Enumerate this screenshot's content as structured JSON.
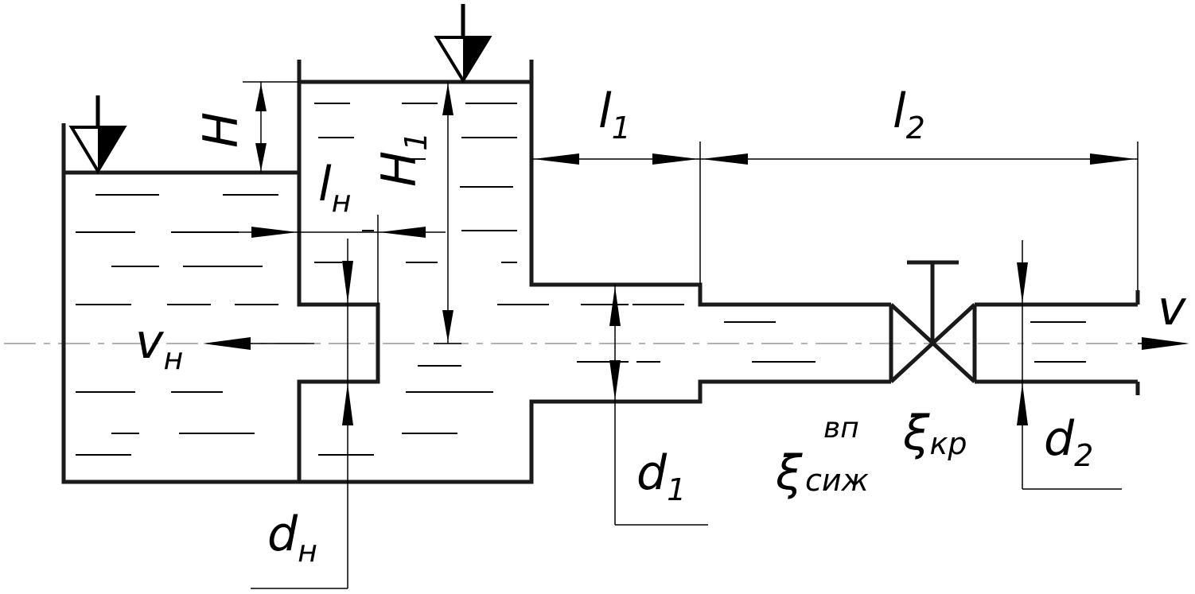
{
  "labels": {
    "H": "H",
    "H1": {
      "base": "H",
      "sub": "1"
    },
    "l1": {
      "base": "l",
      "sub": "1"
    },
    "l2": {
      "base": "l",
      "sub": "2"
    },
    "lH": {
      "base": "l",
      "sub": "н"
    },
    "vH": {
      "base": "v",
      "sub": "н"
    },
    "v": "v",
    "d1": {
      "base": "d",
      "sub": "1"
    },
    "d2": {
      "base": "d",
      "sub": "2"
    },
    "dH": {
      "base": "d",
      "sub": "н"
    },
    "xi_kr": {
      "base": "ξ",
      "sub": "кр"
    },
    "xi_sizh": {
      "base": "ξ",
      "sub": "сиж",
      "sup": "вп"
    }
  },
  "colors": {
    "line": "#1a1a1a",
    "centerline": "#999999"
  }
}
